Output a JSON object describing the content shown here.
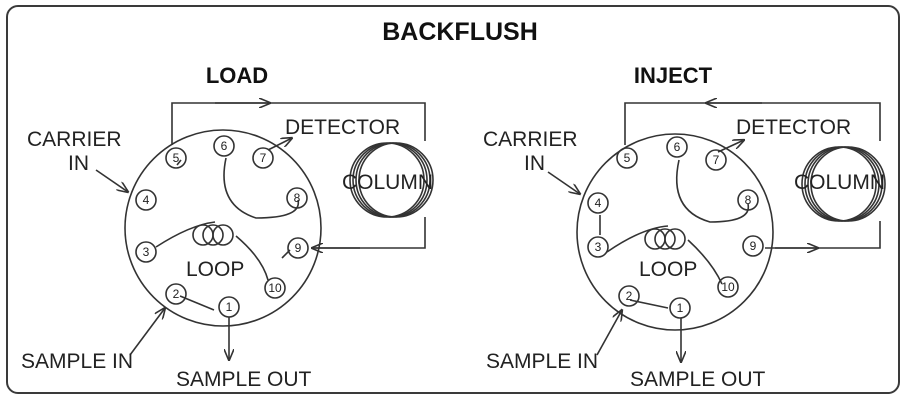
{
  "title": "BACKFLUSH",
  "panels": [
    {
      "heading": "LOAD",
      "labels": {
        "carrier_line1": "CARRIER",
        "carrier_line2": "IN",
        "detector": "DETECTOR",
        "column": "COLUMN",
        "loop": "LOOP",
        "sample_in": "SAMPLE IN",
        "sample_out": "SAMPLE OUT"
      },
      "ports": [
        "1",
        "2",
        "3",
        "4",
        "5",
        "6",
        "7",
        "8",
        "9",
        "10"
      ]
    },
    {
      "heading": "INJECT",
      "labels": {
        "carrier_line1": "CARRIER",
        "carrier_line2": "IN",
        "detector": "DETECTOR",
        "column": "COLUMN",
        "loop": "LOOP",
        "sample_in": "SAMPLE IN",
        "sample_out": "SAMPLE OUT"
      },
      "ports": [
        "1",
        "2",
        "3",
        "4",
        "5",
        "6",
        "7",
        "8",
        "9",
        "10"
      ]
    }
  ]
}
